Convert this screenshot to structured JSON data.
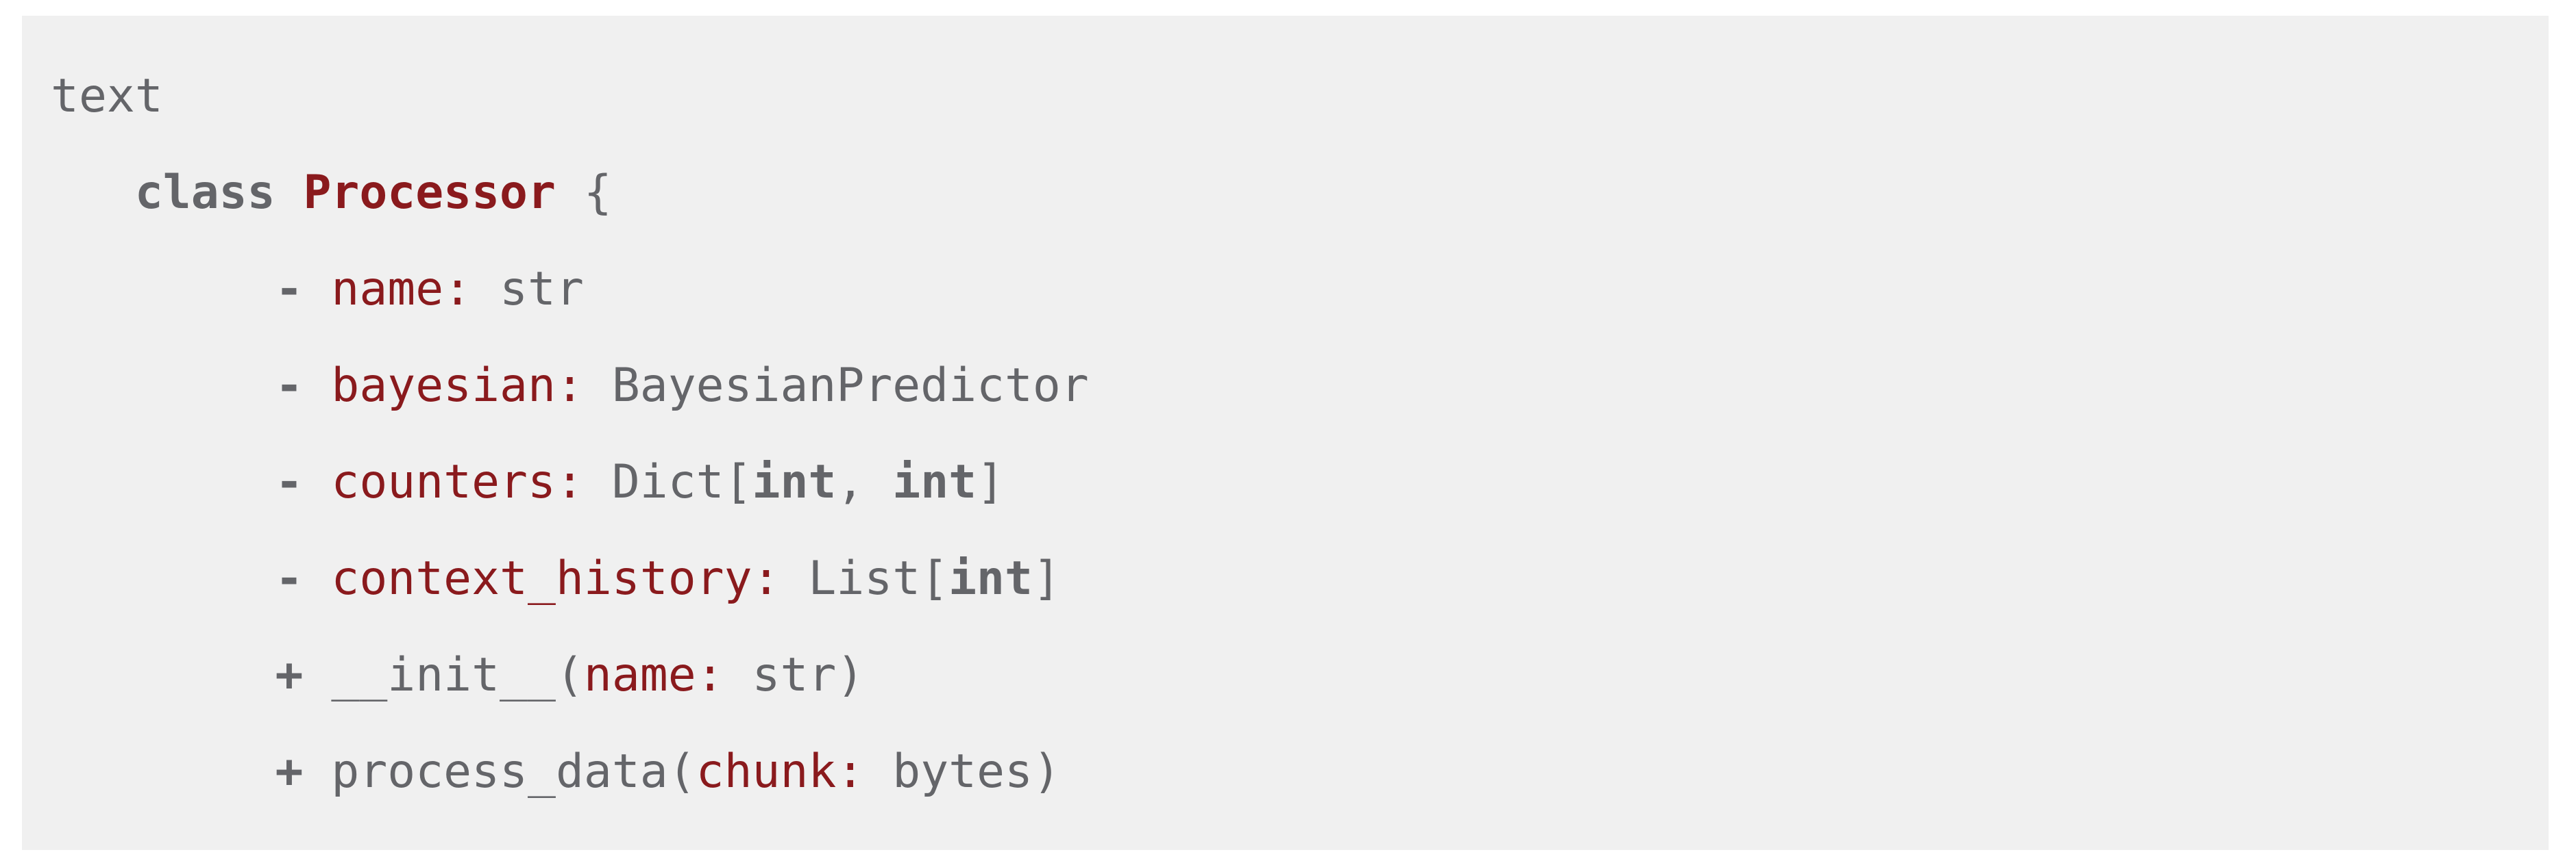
{
  "colors": {
    "background": "#f0f0f0",
    "text_gray": "#646569",
    "accent_red": "#8a1a1d"
  },
  "code_block": {
    "language_label": "text",
    "class_keyword": "class",
    "class_name": "Processor",
    "open_brace": "{",
    "members": [
      {
        "visibility": "-",
        "name": "name:",
        "type_parts": [
          "str"
        ]
      },
      {
        "visibility": "-",
        "name": "bayesian:",
        "type_parts": [
          "BayesianPredictor"
        ]
      },
      {
        "visibility": "-",
        "name": "counters:",
        "type_prefix": "Dict[",
        "type_arg1": "int",
        "type_sep": ", ",
        "type_arg2": "int",
        "type_suffix": "]"
      },
      {
        "visibility": "-",
        "name": "context_history:",
        "type_prefix": "List[",
        "type_arg1": "int",
        "type_suffix": "]"
      }
    ],
    "methods": [
      {
        "visibility": "+",
        "name": "__init__",
        "open_paren": "(",
        "param": "name:",
        "param_type": "str",
        "close_paren": ")"
      },
      {
        "visibility": "+",
        "name": "process_data",
        "open_paren": "(",
        "param": "chunk:",
        "param_type": "bytes",
        "close_paren": ")"
      }
    ]
  }
}
